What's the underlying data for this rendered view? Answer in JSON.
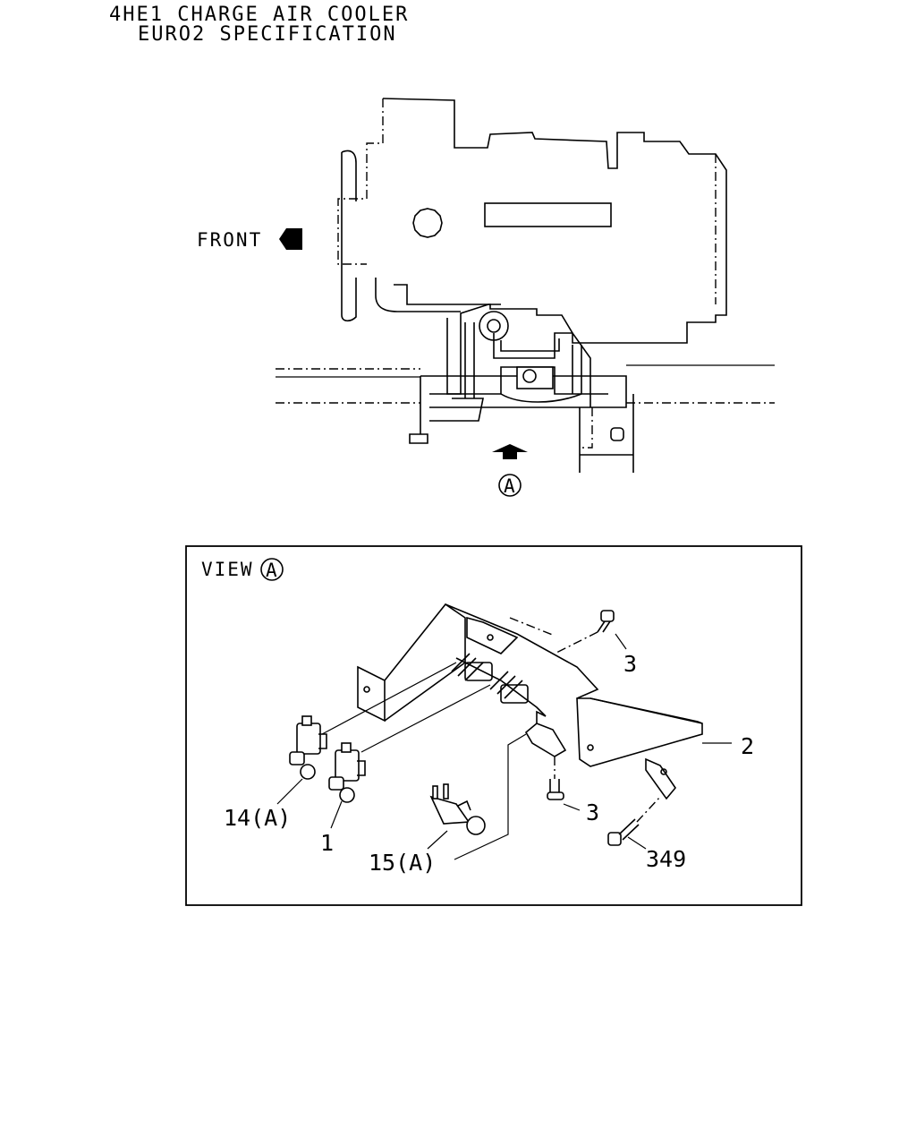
{
  "title": {
    "line1": "4HE1 CHARGE AIR COOLER",
    "line2": "EURO2 SPECIFICATION"
  },
  "overview": {
    "front_label": "FRONT",
    "view_marker": "A"
  },
  "detail": {
    "view_label": "VIEW",
    "view_marker": "A"
  },
  "callouts": [
    {
      "id": "3",
      "label": "3"
    },
    {
      "id": "2",
      "label": "2"
    },
    {
      "id": "3b",
      "label": "3"
    },
    {
      "id": "349",
      "label": "349"
    },
    {
      "id": "14",
      "label": "14(A)"
    },
    {
      "id": "1",
      "label": "1"
    },
    {
      "id": "15",
      "label": "15(A)"
    }
  ]
}
